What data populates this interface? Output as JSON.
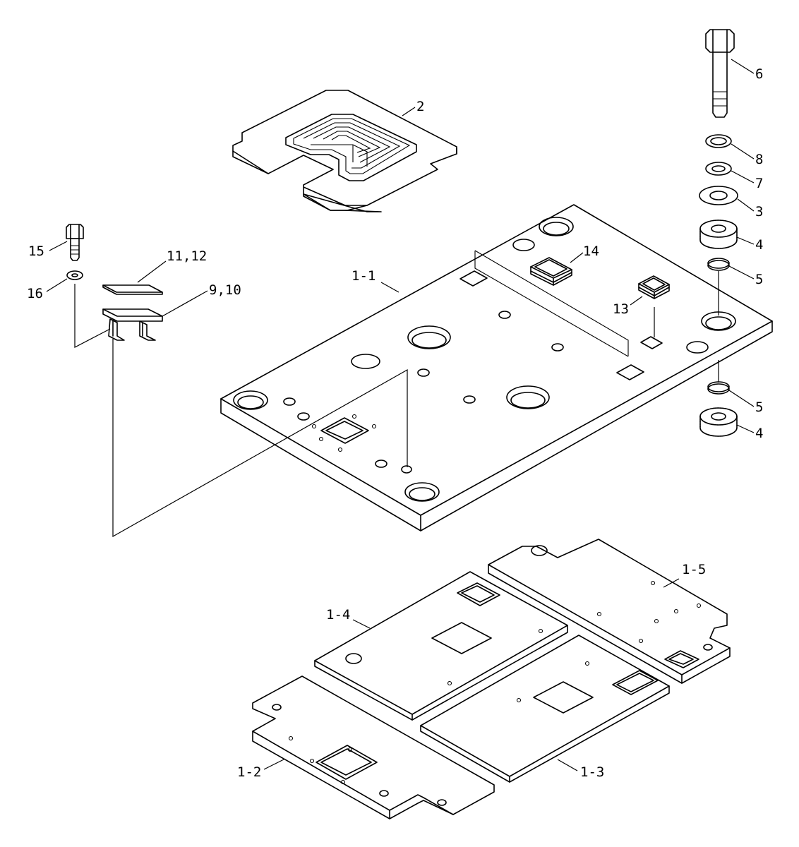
{
  "labels": {
    "l_1_1": "1-1",
    "l_1_2": "1-2",
    "l_1_3": "1-3",
    "l_1_4": "1-4",
    "l_1_5": "1-5",
    "l_2": "2",
    "l_3": "3",
    "l_4a": "4",
    "l_4b": "4",
    "l_5a": "5",
    "l_5b": "5",
    "l_6": "6",
    "l_7": "7",
    "l_8": "8",
    "l_9_10": "9,10",
    "l_11_12": "11,12",
    "l_13": "13",
    "l_14": "14",
    "l_15": "15",
    "l_16": "16"
  }
}
